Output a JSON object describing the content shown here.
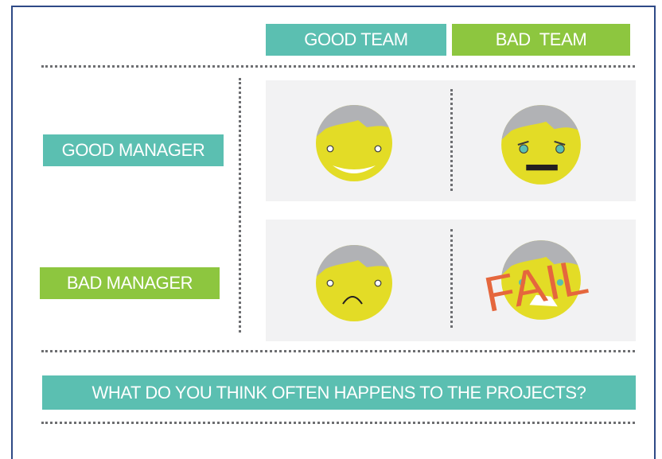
{
  "columns": {
    "good_team": "GOOD TEAM",
    "bad_team": "BAD  TEAM"
  },
  "rows": {
    "good_manager": "GOOD MANAGER",
    "bad_manager": "BAD MANAGER"
  },
  "stamp": {
    "text": "FAIL",
    "color": "#e5673d"
  },
  "question": "WHAT DO YOU THINK OFTEN HAPPENS TO THE PROJECTS?",
  "colors": {
    "teal": "#5bbfb1",
    "green": "#8dc63f",
    "face": "#e3dc26",
    "hair": "#b1b2b5",
    "border": "#2e4a86"
  }
}
